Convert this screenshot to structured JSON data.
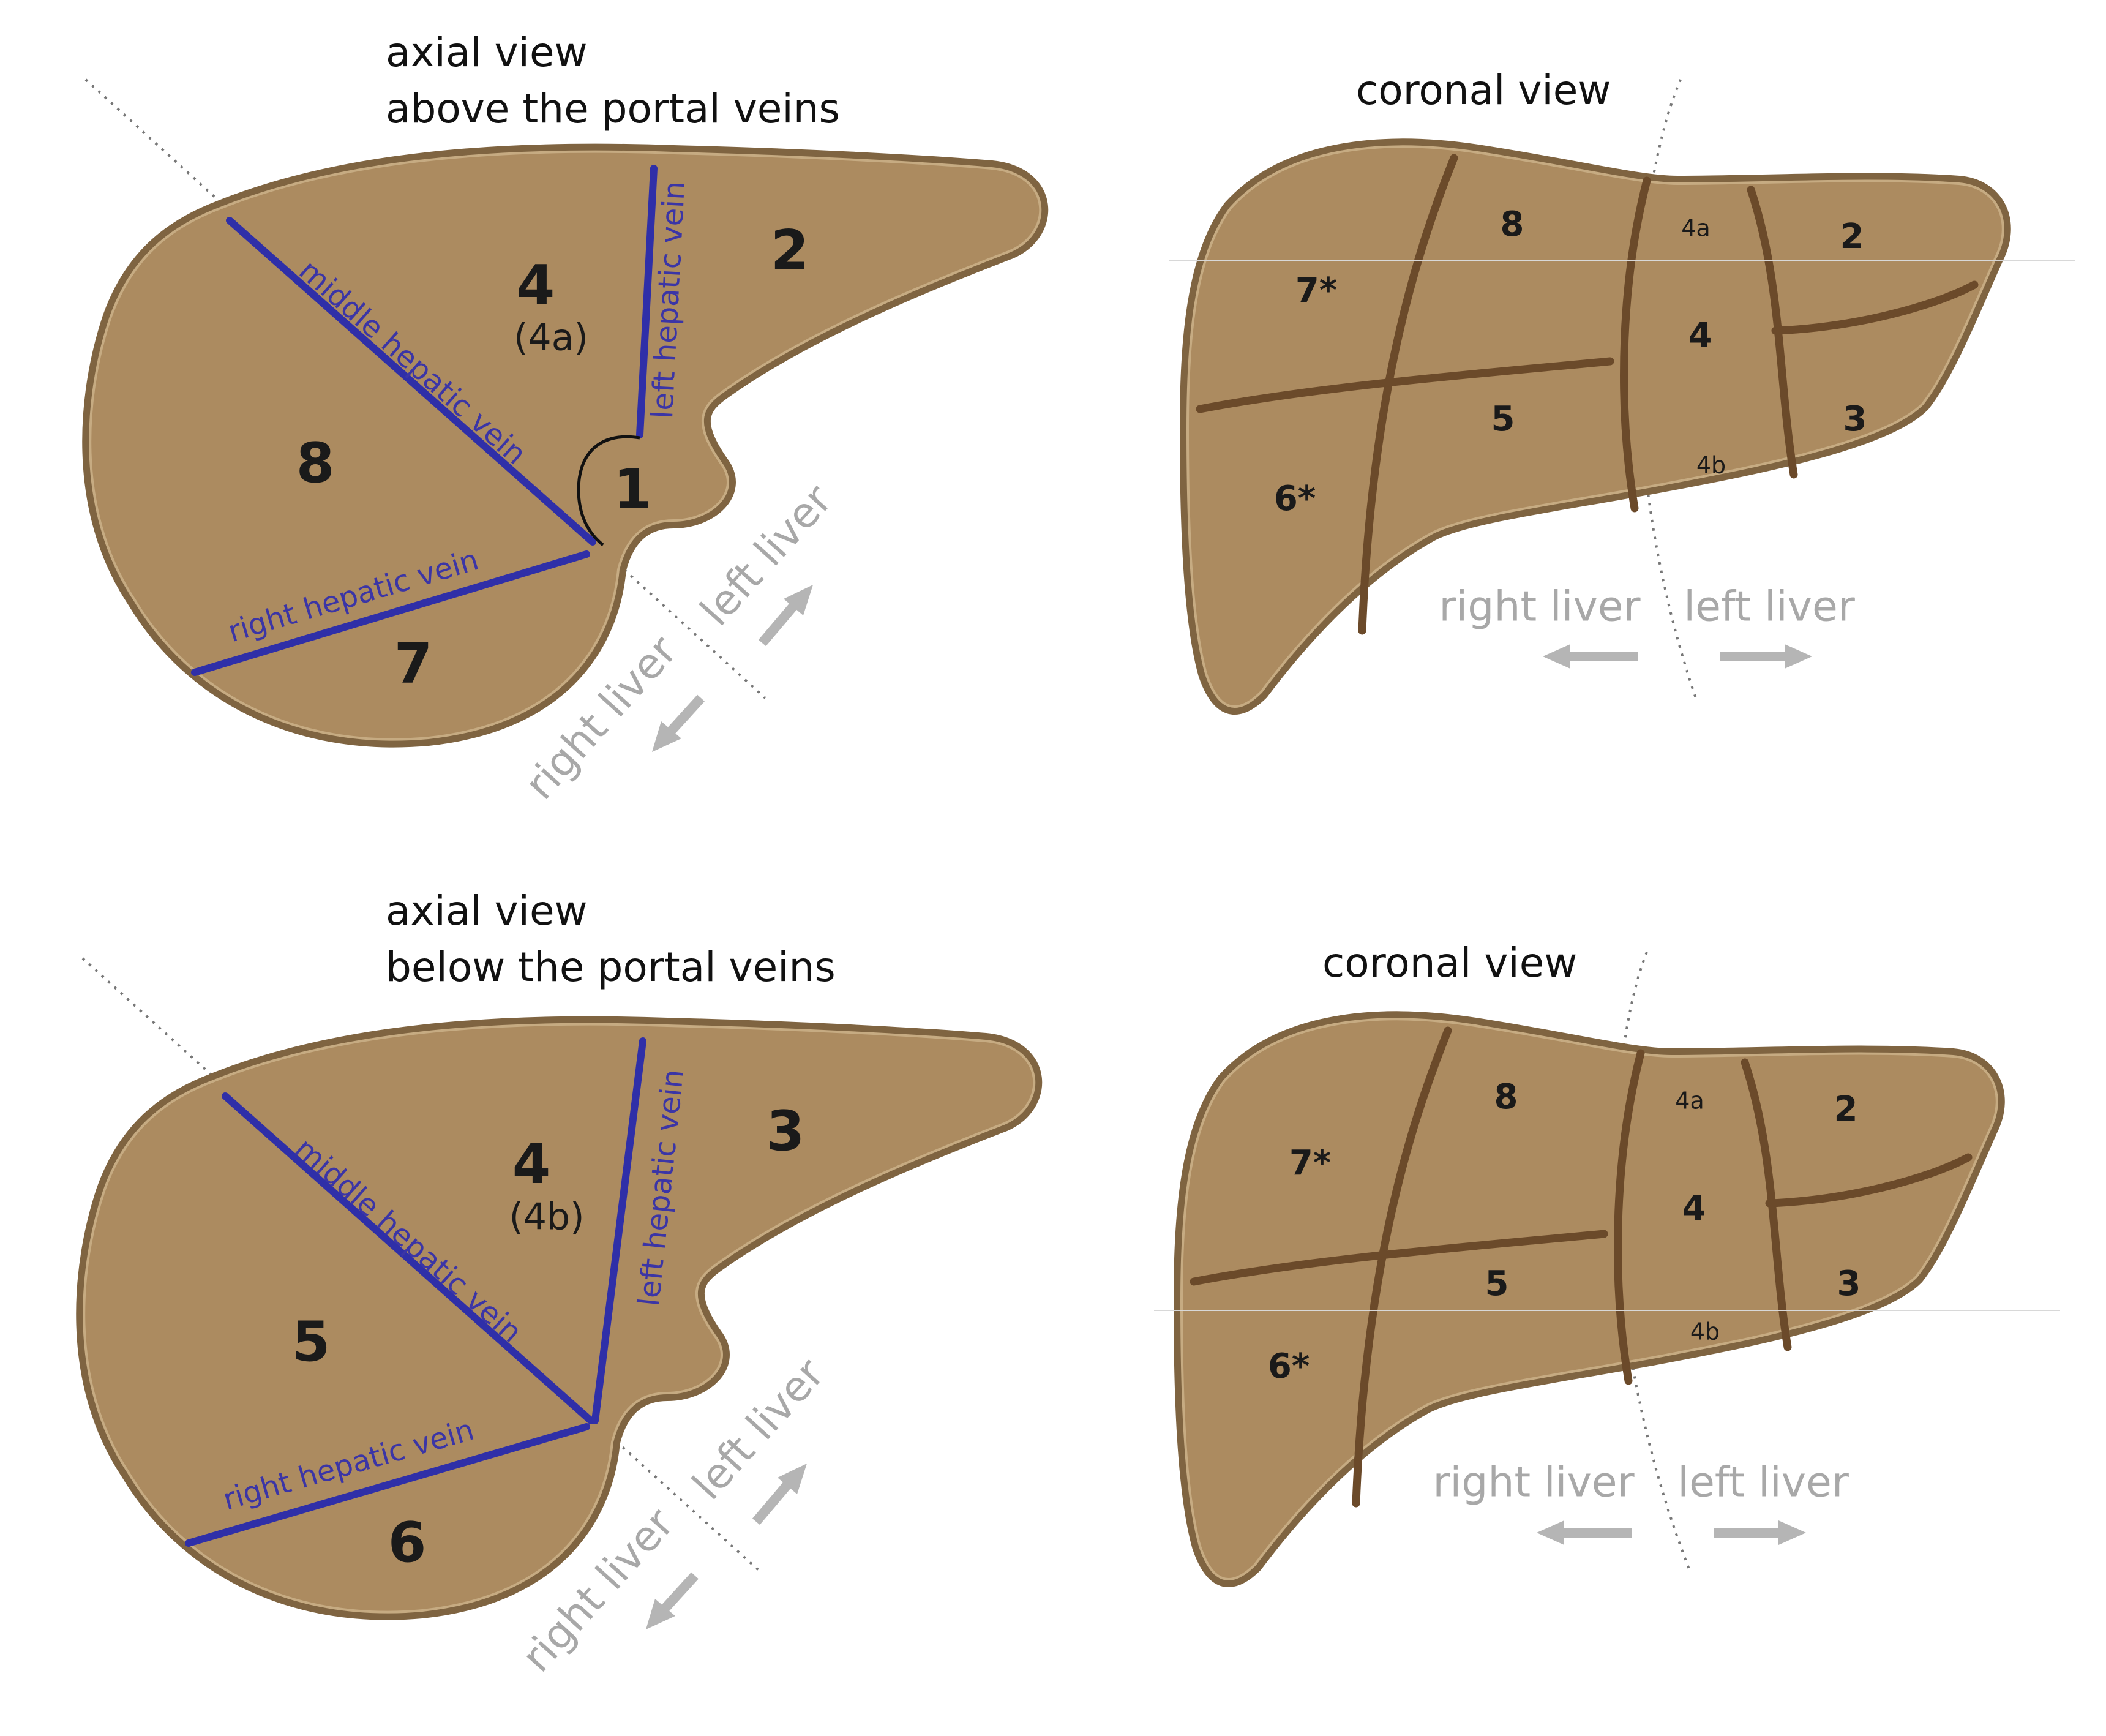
{
  "colors": {
    "liver_fill": "#ac8b60",
    "liver_rim": "#7f6441",
    "hepatic_vein": "#2f2fa8",
    "coronal_line": "#6b4a2a",
    "plane_marker": "#ffec00",
    "hint": "#a8a8a8"
  },
  "panels": {
    "top_axial": {
      "title_line1": "axial view",
      "title_line2": "above the portal veins",
      "segments": {
        "s8": "8",
        "s4": "4",
        "s4sub": "(4a)",
        "s2": "2",
        "s1": "1",
        "s7": "7"
      },
      "veins": {
        "middle": "middle hepatic vein",
        "left": "left hepatic vein",
        "right": "right hepatic vein"
      },
      "sides": {
        "left": "left liver",
        "right": "right liver"
      }
    },
    "top_coronal": {
      "title": "coronal view",
      "segments": {
        "s8": "8",
        "s4a": "4a",
        "s2": "2",
        "s7": "7*",
        "s4": "4",
        "s5": "5",
        "s3": "3",
        "s4b": "4b",
        "s6": "6*"
      },
      "sides": {
        "right": "right liver",
        "left": "left liver"
      }
    },
    "bottom_axial": {
      "title_line1": "axial view",
      "title_line2": "below the portal veins",
      "segments": {
        "s5": "5",
        "s4": "4",
        "s4sub": "(4b)",
        "s3": "3",
        "s6": "6"
      },
      "veins": {
        "middle": "middle hepatic vein",
        "left": "left hepatic vein",
        "right": "right hepatic vein"
      },
      "sides": {
        "left": "left liver",
        "right": "right liver"
      }
    },
    "bottom_coronal": {
      "title": "coronal view",
      "segments": {
        "s8": "8",
        "s4a": "4a",
        "s2": "2",
        "s7": "7*",
        "s4": "4",
        "s5": "5",
        "s3": "3",
        "s4b": "4b",
        "s6": "6*"
      },
      "sides": {
        "right": "right liver",
        "left": "left liver"
      }
    }
  }
}
